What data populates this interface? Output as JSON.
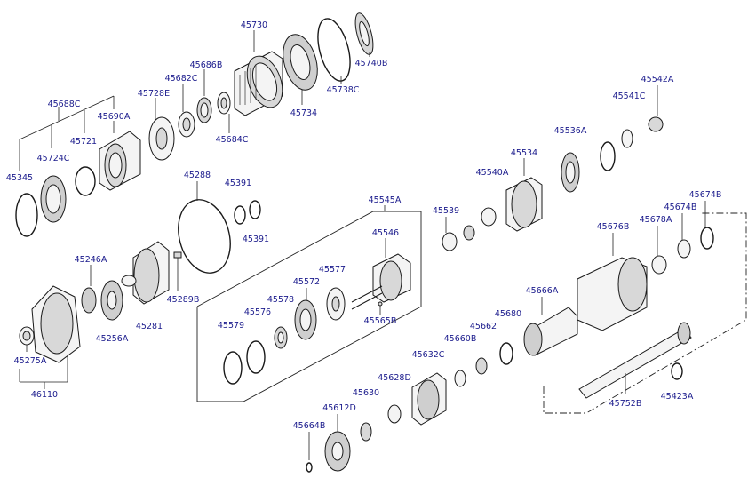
{
  "labels": {
    "p45730": "45730",
    "p45740B": "45740B",
    "p45738C": "45738C",
    "p45734": "45734",
    "p45686B": "45686B",
    "p45682C": "45682C",
    "p45684C": "45684C",
    "p45728E": "45728E",
    "p45688C": "45688C",
    "p45690A": "45690A",
    "p45721": "45721",
    "p45724C": "45724C",
    "p45345": "45345",
    "p45288": "45288",
    "p45391a": "45391",
    "p45391b": "45391",
    "p45246A": "45246A",
    "p45289B": "45289B",
    "p45281": "45281",
    "p45256A": "45256A",
    "p45275A": "45275A",
    "p46110": "46110",
    "p45545A": "45545A",
    "p45546": "45546",
    "p45577": "45577",
    "p45572": "45572",
    "p45578": "45578",
    "p45576": "45576",
    "p45579": "45579",
    "p45565B": "45565B",
    "p45539": "45539",
    "p45540A": "45540A",
    "p45534": "45534",
    "p45536A": "45536A",
    "p45541C": "45541C",
    "p45542A": "45542A",
    "p45674B_top": "45674B",
    "p45674B_low": "45674B",
    "p45678A": "45678A",
    "p45676B": "45676B",
    "p45666A": "45666A",
    "p45680": "45680",
    "p45662": "45662",
    "p45660B": "45660B",
    "p45632C": "45632C",
    "p45628D": "45628D",
    "p45630": "45630",
    "p45612D": "45612D",
    "p45664B": "45664B",
    "p45752B": "45752B",
    "p45423A": "45423A"
  }
}
